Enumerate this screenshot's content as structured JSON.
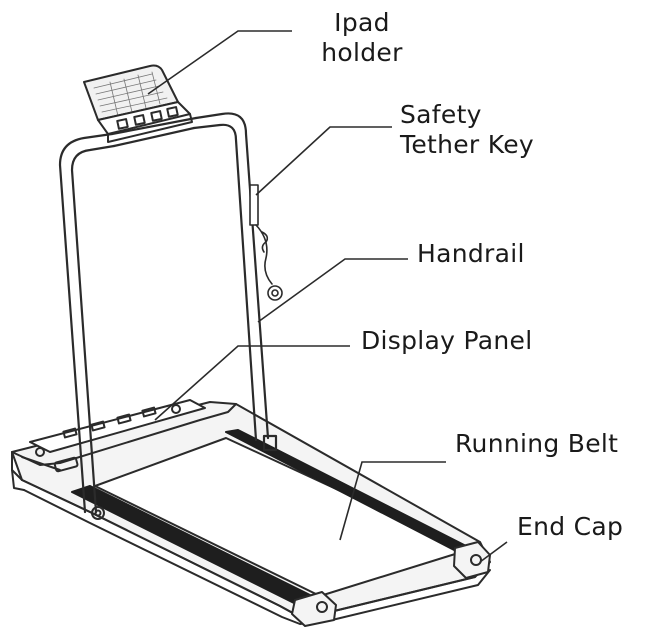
{
  "colors": {
    "line": "#2b2b2b",
    "belt": "#1e1e1e",
    "text": "#1a1a1a"
  },
  "labels": {
    "ipad_holder": [
      "Ipad",
      "holder"
    ],
    "safety_tether_key": [
      "Safety",
      "Tether Key"
    ],
    "handrail": "Handrail",
    "display_panel": "Display Panel",
    "running_belt": "Running Belt",
    "end_cap": "End Cap"
  }
}
